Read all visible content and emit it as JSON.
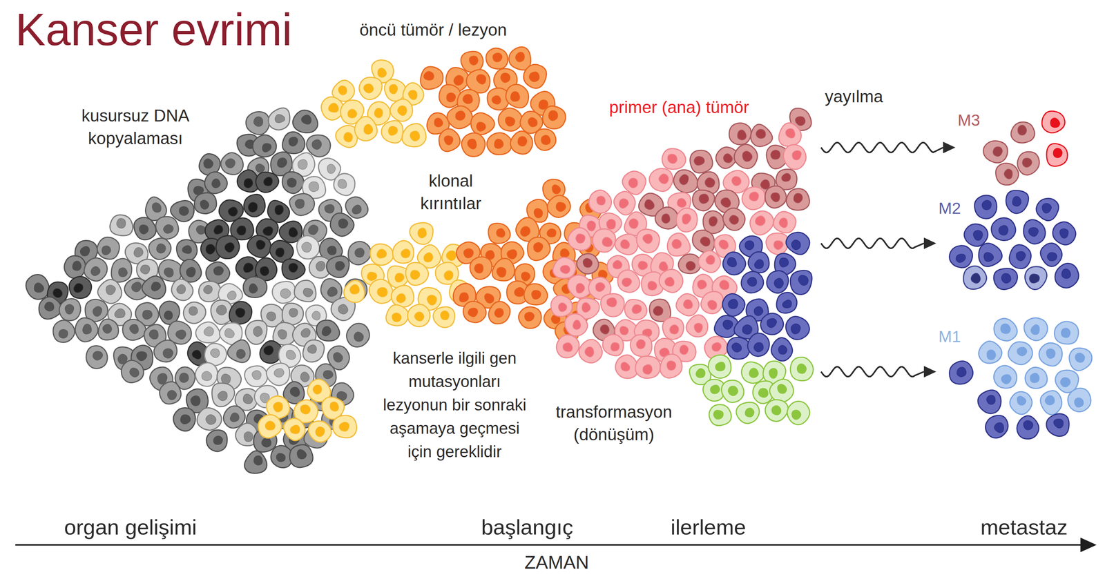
{
  "diagram": {
    "title": "Kanser evrimi",
    "nodes": [
      {
        "text": [
          "primer (ana) tümör"
        ]
      },
      {
        "text": [
          "M3"
        ]
      },
      {
        "text": [
          "M2"
        ]
      },
      {
        "text": [
          "M1"
        ]
      }
    ],
    "edges": [
      {
        "from": 0,
        "to": 1,
        "arrow": "to"
      },
      {
        "from": 0,
        "to": 2,
        "arrow": "to"
      },
      {
        "from": 0,
        "to": 3,
        "arrow": "to"
      }
    ],
    "labels": [
      "öncü tümör / lezyon",
      "kusursuz DNA kopyalaması",
      "klonal kırıntılar",
      "yayılma",
      "kanserle ilgili gen mutasyonları lezyonun bir sonraki aşamaya geçmesi için gereklidir",
      "transformasyon (dönüşüm)",
      "organ gelişimi",
      "başlangıç",
      "ilerleme",
      "metastaz",
      "ZAMAN"
    ]
  }
}
